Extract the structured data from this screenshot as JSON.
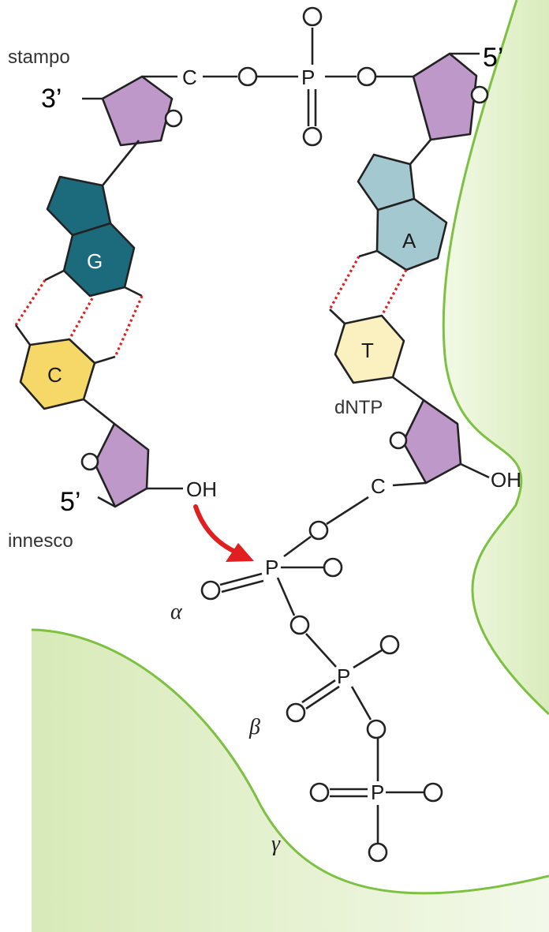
{
  "labels": {
    "template": "stampo",
    "primer": "innesco",
    "template_3prime": "3’",
    "template_5prime": "5’",
    "primer_5prime": "5’",
    "dntp": "dNTP",
    "alpha": "α",
    "beta": "β",
    "gamma": "γ"
  },
  "atoms": {
    "carbon": "C",
    "phosphorus": "P",
    "hydroxyl": "OH"
  },
  "bases": {
    "guanine": "G",
    "cytosine": "C",
    "adenine": "A",
    "thymine": "T"
  },
  "colors": {
    "background_green": "#e2f0c8",
    "background_edge": "#7dc142",
    "sugar": "#bd98c8",
    "guanine": "#1c6b7c",
    "cytosine": "#f5d868",
    "adenine": "#a3c8cf",
    "thymine": "#faf0c0",
    "hydrogen_bond": "#e02020",
    "arrow": "#e02020"
  }
}
